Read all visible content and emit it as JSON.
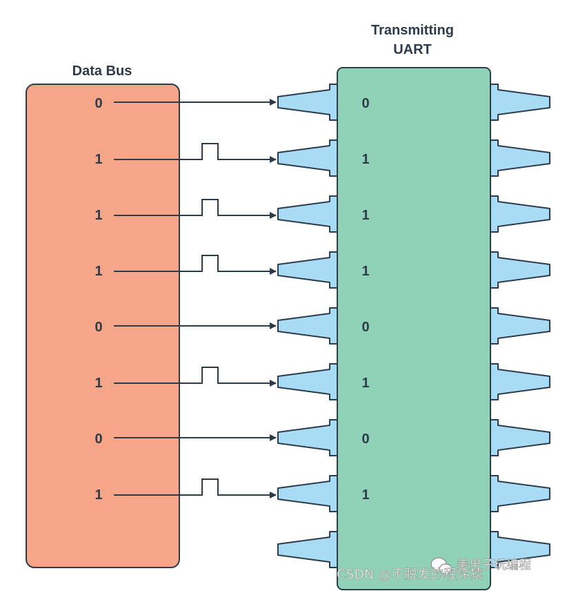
{
  "diagram": {
    "data_bus_label": "Data Bus",
    "uart_label_line1": "Transmitting",
    "uart_label_line2": "UART",
    "data_bus_bits": [
      "0",
      "1",
      "1",
      "1",
      "0",
      "1",
      "0",
      "1"
    ],
    "uart_bits": [
      "0",
      "1",
      "1",
      "1",
      "0",
      "1",
      "0",
      "1"
    ],
    "pins_per_side": 9
  },
  "watermark": {
    "wechat_text": "美男子玩编程",
    "csdn_text": "CSDN @不脱发的程序猿"
  },
  "colors": {
    "data_bus_fill": "#f6a688",
    "uart_fill": "#90d2b8",
    "pin_fill": "#a8dcf4",
    "outline": "#2d3a4a"
  }
}
